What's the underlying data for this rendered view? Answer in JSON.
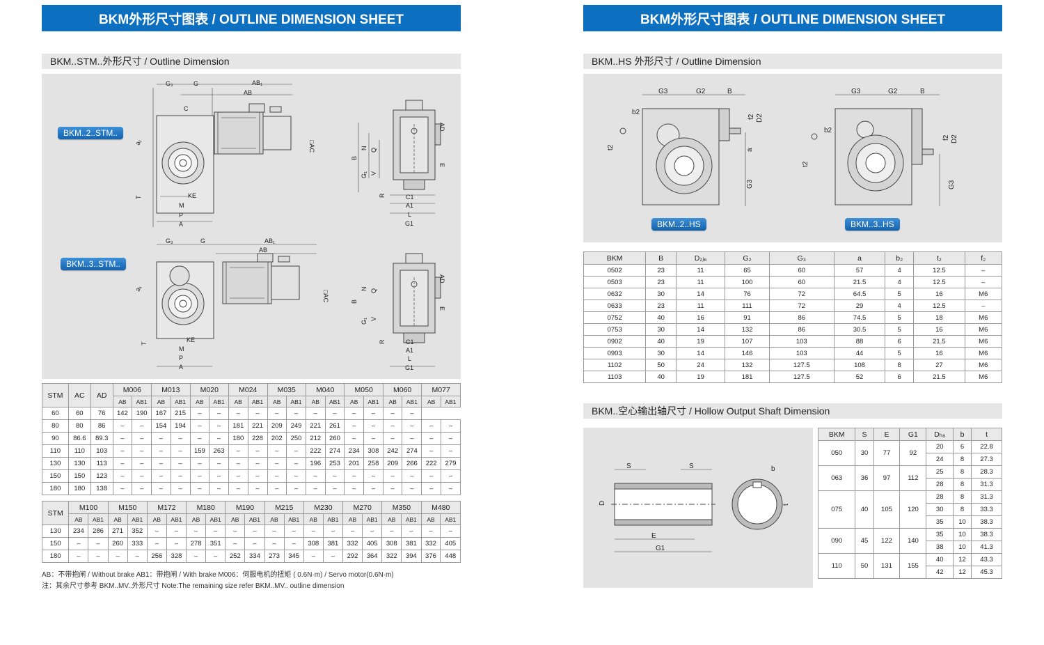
{
  "left": {
    "header": "BKM外形尺寸图表 / OUTLINE DIMENSION SHEET",
    "section": "BKM..STM..外形尺寸 / Outline Dimension",
    "badges": [
      "BKM..2..STM..",
      "BKM..3..STM.."
    ],
    "labels": {
      "G3": "G₃",
      "G": "G",
      "AB1": "AB₁",
      "AB": "AB",
      "C": "C",
      "a1": "a₁",
      "AC": "□AC",
      "N": "N",
      "Q": "Q",
      "B": "B",
      "V": "V",
      "G1sub": "G₁",
      "R": "R",
      "T": "T",
      "KE": "KE",
      "M": "M",
      "P": "P",
      "A": "A",
      "AD": "AD",
      "E": "E",
      "C1": "C1",
      "A1": "A1",
      "L": "L",
      "G1": "G1"
    },
    "table1": {
      "fixed": [
        "STM",
        "AC",
        "AD"
      ],
      "groups": [
        "M006",
        "M013",
        "M020",
        "M024",
        "M035",
        "M040",
        "M050",
        "M060",
        "M077"
      ],
      "sub": [
        "AB",
        "AB1"
      ],
      "rows": [
        [
          "60",
          "60",
          "76",
          "142",
          "190",
          "167",
          "215",
          "–",
          "–",
          "–",
          "–",
          "–",
          "–",
          "–",
          "–",
          "–",
          "–",
          "–",
          "–"
        ],
        [
          "80",
          "80",
          "86",
          "–",
          "–",
          "154",
          "194",
          "–",
          "–",
          "181",
          "221",
          "209",
          "249",
          "221",
          "261",
          "–",
          "–",
          "–",
          "–",
          "–",
          "–"
        ],
        [
          "90",
          "86.6",
          "89.3",
          "–",
          "–",
          "–",
          "–",
          "–",
          "–",
          "180",
          "228",
          "202",
          "250",
          "212",
          "260",
          "–",
          "–",
          "–",
          "–",
          "–",
          "–"
        ],
        [
          "110",
          "110",
          "103",
          "–",
          "–",
          "–",
          "–",
          "159",
          "263",
          "–",
          "–",
          "–",
          "–",
          "222",
          "274",
          "234",
          "308",
          "242",
          "274",
          "–",
          "–"
        ],
        [
          "130",
          "130",
          "113",
          "–",
          "–",
          "–",
          "–",
          "–",
          "–",
          "–",
          "–",
          "–",
          "–",
          "196",
          "253",
          "201",
          "258",
          "209",
          "266",
          "222",
          "279"
        ],
        [
          "150",
          "150",
          "123",
          "–",
          "–",
          "–",
          "–",
          "–",
          "–",
          "–",
          "–",
          "–",
          "–",
          "–",
          "–",
          "–",
          "–",
          "–",
          "–",
          "–",
          "–"
        ],
        [
          "180",
          "180",
          "138",
          "–",
          "–",
          "–",
          "–",
          "–",
          "–",
          "–",
          "–",
          "–",
          "–",
          "–",
          "–",
          "–",
          "–",
          "–",
          "–",
          "–",
          "–"
        ]
      ]
    },
    "table2": {
      "fixed": [
        "STM"
      ],
      "groups": [
        "M100",
        "M150",
        "M172",
        "M180",
        "M190",
        "M215",
        "M230",
        "M270",
        "M350",
        "M480"
      ],
      "sub": [
        "AB",
        "AB1"
      ],
      "rows": [
        [
          "130",
          "234",
          "286",
          "271",
          "352",
          "–",
          "–",
          "–",
          "–",
          "–",
          "–",
          "–",
          "–",
          "–",
          "–",
          "–",
          "–",
          "–",
          "–",
          "–",
          "–"
        ],
        [
          "150",
          "–",
          "–",
          "260",
          "333",
          "–",
          "–",
          "278",
          "351",
          "–",
          "–",
          "–",
          "–",
          "308",
          "381",
          "332",
          "405",
          "308",
          "381",
          "332",
          "405"
        ],
        [
          "180",
          "–",
          "–",
          "–",
          "–",
          "256",
          "328",
          "–",
          "–",
          "252",
          "334",
          "273",
          "345",
          "–",
          "–",
          "292",
          "364",
          "322",
          "394",
          "376",
          "448"
        ]
      ]
    },
    "notes": [
      "AB：不带抱闸 / Without brake          AB1：带抱闸 / With brake          M006：伺服电机的扭矩 ( 0.6N·m) / Servo motor(0.6N·m)",
      "注：其余尺寸参考 BKM..MV..外形尺寸     Note:The remaining size refer BKM..MV.. outline dimension"
    ]
  },
  "right": {
    "header": "BKM外形尺寸图表 / OUTLINE DIMENSION SHEET",
    "section1": "BKM..HS 外形尺寸 / Outline Dimension",
    "badges": [
      "BKM..2..HS",
      "BKM..3..HS"
    ],
    "labels": {
      "G3": "G3",
      "G2": "G2",
      "B": "B",
      "b2": "b2",
      "f2": "f2",
      "D2": "D2",
      "t2": "t2",
      "a": "a",
      "S": "S",
      "b": "b",
      "D": "D",
      "t": "t",
      "E": "E",
      "G1": "G1"
    },
    "hsTable": {
      "headers": [
        "BKM",
        "B",
        "D₂ⱼ₆",
        "G₂",
        "G₃",
        "a",
        "b₂",
        "t₂",
        "f₂"
      ],
      "rows": [
        [
          "0502",
          "23",
          "11",
          "65",
          "60",
          "57",
          "4",
          "12.5",
          "–"
        ],
        [
          "0503",
          "23",
          "11",
          "100",
          "60",
          "21.5",
          "4",
          "12.5",
          "–"
        ],
        [
          "0632",
          "30",
          "14",
          "76",
          "72",
          "64.5",
          "5",
          "16",
          "M6"
        ],
        [
          "0633",
          "23",
          "11",
          "111",
          "72",
          "29",
          "4",
          "12.5",
          "–"
        ],
        [
          "0752",
          "40",
          "16",
          "91",
          "86",
          "74.5",
          "5",
          "18",
          "M6"
        ],
        [
          "0753",
          "30",
          "14",
          "132",
          "86",
          "30.5",
          "5",
          "16",
          "M6"
        ],
        [
          "0902",
          "40",
          "19",
          "107",
          "103",
          "88",
          "6",
          "21.5",
          "M6"
        ],
        [
          "0903",
          "30",
          "14",
          "146",
          "103",
          "44",
          "5",
          "16",
          "M6"
        ],
        [
          "1102",
          "50",
          "24",
          "132",
          "127.5",
          "108",
          "8",
          "27",
          "M6"
        ],
        [
          "1103",
          "40",
          "19",
          "181",
          "127.5",
          "52",
          "6",
          "21.5",
          "M6"
        ]
      ]
    },
    "section2": "BKM..空心输出轴尺寸 / Hollow Output Shaft Dimension",
    "hollowTable": {
      "headers": [
        "BKM",
        "S",
        "E",
        "G1",
        "Dₕ₈",
        "b",
        "t"
      ],
      "groups": [
        {
          "bkm": "050",
          "s": "30",
          "e": "77",
          "g1": "92",
          "rows": [
            [
              "20",
              "6",
              "22.8"
            ],
            [
              "24",
              "8",
              "27.3"
            ]
          ]
        },
        {
          "bkm": "063",
          "s": "36",
          "e": "97",
          "g1": "112",
          "rows": [
            [
              "25",
              "8",
              "28.3"
            ],
            [
              "28",
              "8",
              "31.3"
            ]
          ]
        },
        {
          "bkm": "075",
          "s": "40",
          "e": "105",
          "g1": "120",
          "rows": [
            [
              "28",
              "8",
              "31.3"
            ],
            [
              "30",
              "8",
              "33.3"
            ],
            [
              "35",
              "10",
              "38.3"
            ]
          ]
        },
        {
          "bkm": "090",
          "s": "45",
          "e": "122",
          "g1": "140",
          "rows": [
            [
              "35",
              "10",
              "38.3"
            ],
            [
              "38",
              "10",
              "41.3"
            ]
          ]
        },
        {
          "bkm": "110",
          "s": "50",
          "e": "131",
          "g1": "155",
          "rows": [
            [
              "40",
              "12",
              "43.3"
            ],
            [
              "42",
              "12",
              "45.3"
            ]
          ]
        }
      ]
    }
  }
}
